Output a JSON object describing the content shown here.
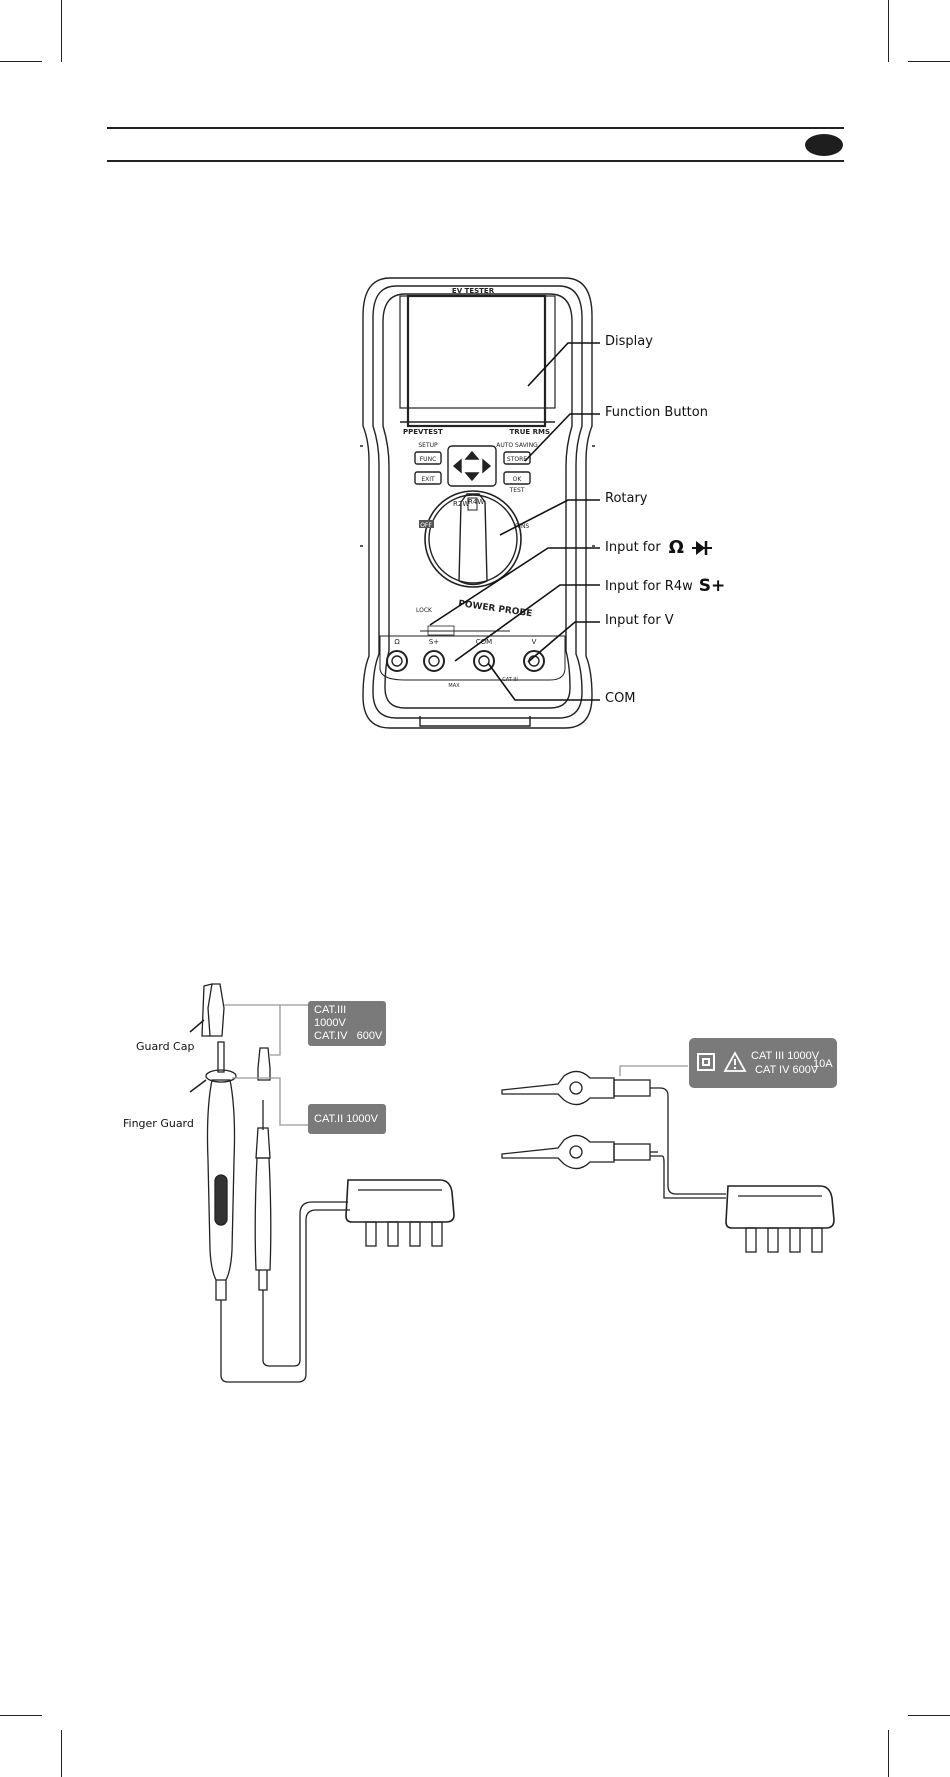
{
  "meter": {
    "header": "EV TESTER",
    "brand_left": "PPEVTEST",
    "brand_right": "TRUE RMS",
    "setup": "SETUP",
    "func": "FUNC",
    "auto_saving": "AUTO SAVING",
    "store": "STORE",
    "exit": "EXIT",
    "ok": "OK",
    "test": "TEST",
    "rotary_off": "OFF",
    "r2w": "R2W",
    "r4w": "R4W",
    "rins": "RINS",
    "lock": "LOCK",
    "logo": "POWER PROBE",
    "port_ohm": "Ω",
    "port_s": "S+",
    "port_com": "COM",
    "port_v": "V",
    "max_text": "MAX",
    "cat_text": "CAT III"
  },
  "callouts": {
    "display": "Display",
    "function_button": "Function Button",
    "rotary": "Rotary",
    "input_ohm": "Input for",
    "input_r4w": "Input for R4w",
    "input_v": "Input for V",
    "com": "COM"
  },
  "probes": {
    "guard_cap": "Guard Cap",
    "finger_guard": "Finger Guard",
    "cat_box_1_line1": "CAT.III 1000V",
    "cat_box_1_line2": "CAT.IV   600V",
    "cat_box_2": "CAT.II 1000V"
  },
  "clips": {
    "cat_line1": "CAT III 1000V",
    "cat_line2": "CAT IV 600V",
    "amp": "10A"
  }
}
